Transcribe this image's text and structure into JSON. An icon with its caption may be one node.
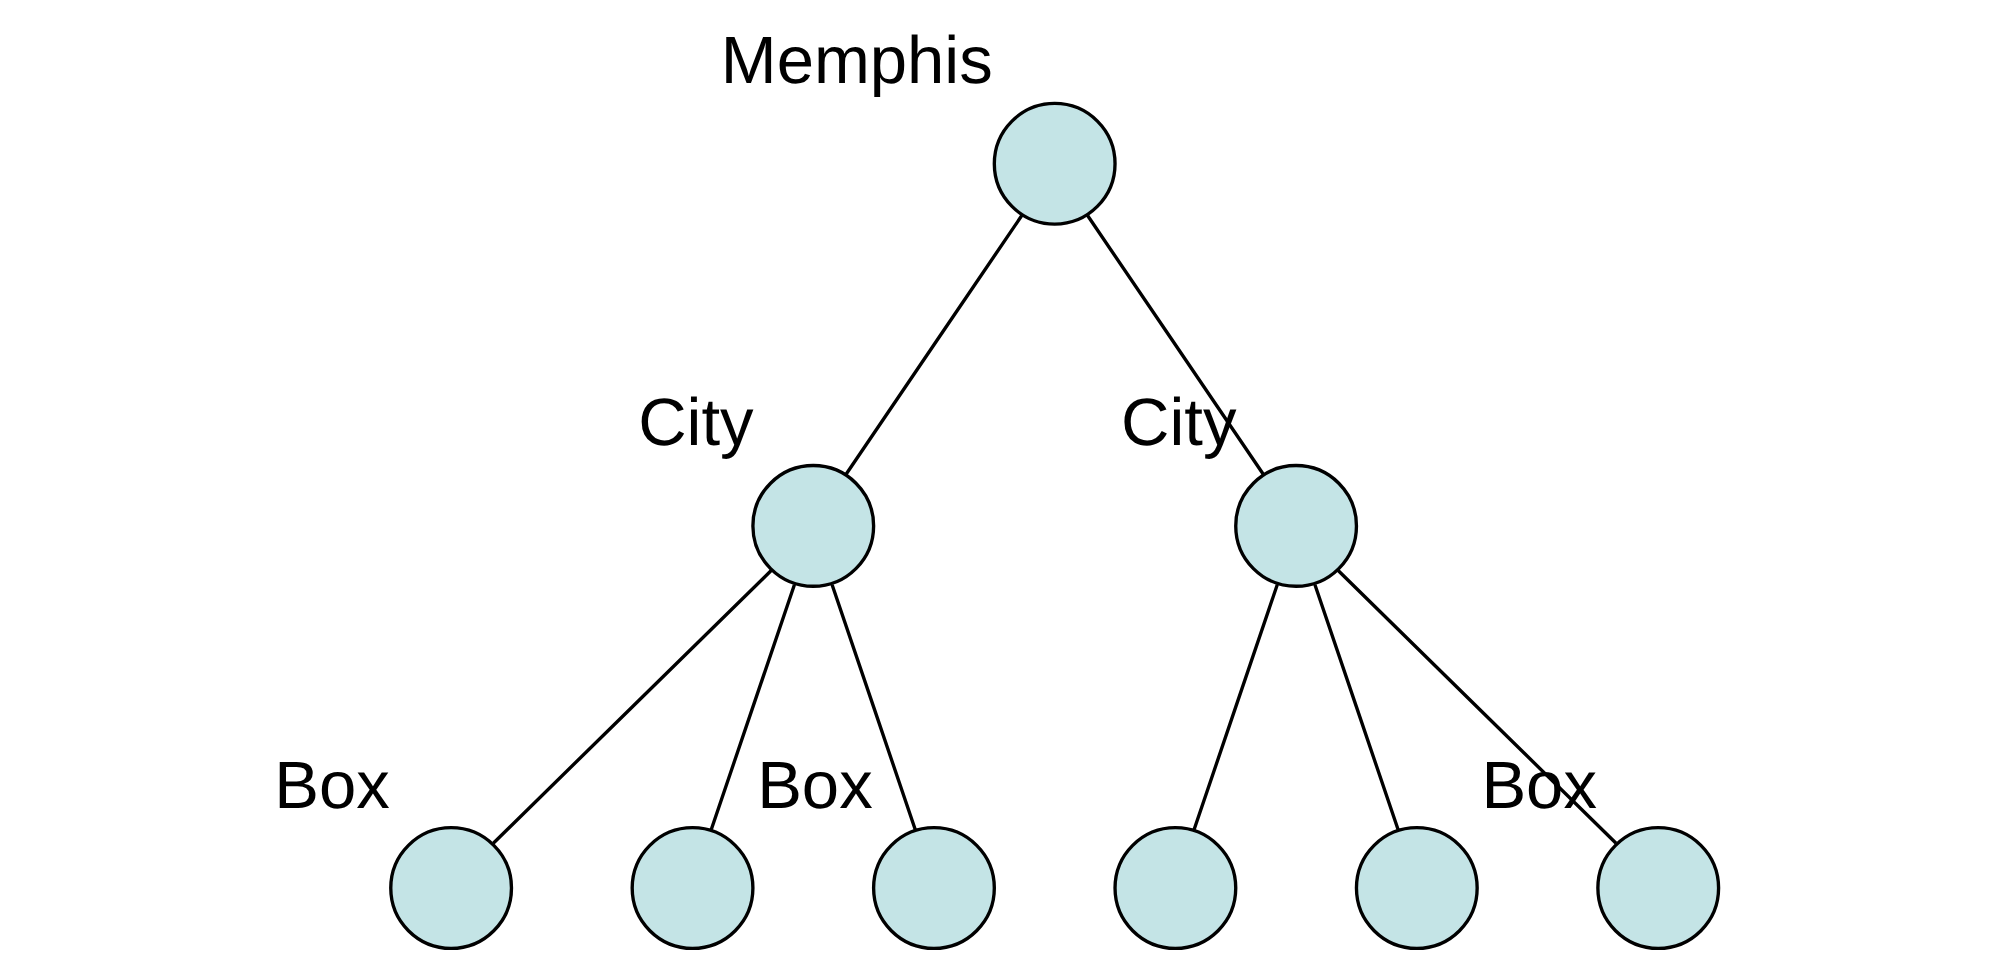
{
  "diagram": {
    "nodes": [
      {
        "text": [],
        "shape": "circle",
        "beside": [
          "Memphis"
        ]
      },
      {
        "text": [],
        "shape": "circle",
        "beside": [
          "City"
        ]
      },
      {
        "text": [],
        "shape": "circle",
        "beside": [
          "City"
        ]
      },
      {
        "text": [],
        "shape": "circle",
        "beside": [
          "Box"
        ]
      },
      {
        "text": [],
        "shape": "circle"
      },
      {
        "text": [],
        "shape": "circle",
        "beside": [
          "Box"
        ]
      },
      {
        "text": [],
        "shape": "circle"
      },
      {
        "text": [],
        "shape": "circle"
      },
      {
        "text": [],
        "shape": "circle",
        "beside": [
          "Box"
        ]
      }
    ],
    "edges": [
      {
        "from": 0,
        "to": 1,
        "arrow": "none"
      },
      {
        "from": 0,
        "to": 2,
        "arrow": "none"
      },
      {
        "from": 1,
        "to": 3,
        "arrow": "none"
      },
      {
        "from": 1,
        "to": 4,
        "arrow": "none"
      },
      {
        "from": 1,
        "to": 5,
        "arrow": "none"
      },
      {
        "from": 2,
        "to": 6,
        "arrow": "none"
      },
      {
        "from": 2,
        "to": 7,
        "arrow": "none"
      },
      {
        "from": 2,
        "to": 8,
        "arrow": "none"
      }
    ]
  }
}
